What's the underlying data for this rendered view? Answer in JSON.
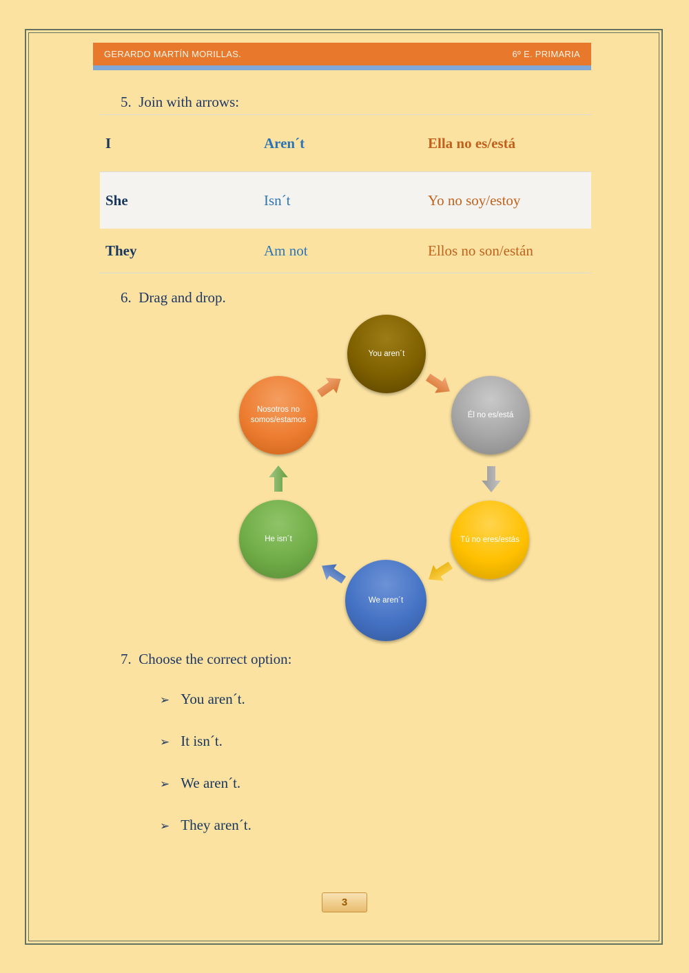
{
  "page": {
    "number": "3",
    "background": "#FBE2A1",
    "frame_color": "#62705F"
  },
  "header": {
    "left": "GERARDO MARTÍN MORILLAS.",
    "right": "6º E. PRIMARIA",
    "bar_color": "#E8782B",
    "underline_color": "#7FA8D9"
  },
  "section5": {
    "title": "5.  Join with arrows:",
    "rows": [
      {
        "left": "I",
        "middle": "Aren´t",
        "right": "Ella no es/está"
      },
      {
        "left": "She",
        "middle": "Isn´t",
        "right": "Yo no soy/estoy"
      },
      {
        "left": "They",
        "middle": "Am not",
        "right": "Ellos no son/están"
      }
    ]
  },
  "section6": {
    "title": "6.  Drag and drop.",
    "circles": [
      {
        "label": "You aren´t",
        "color": "#7F6000"
      },
      {
        "label": "Él no es/está",
        "color": "#A6A6A6"
      },
      {
        "label": "Tú no eres/estás",
        "color": "#FFC000"
      },
      {
        "label": "We aren´t",
        "color": "#4472C4"
      },
      {
        "label": "He isn´t",
        "color": "#70AD47"
      },
      {
        "label": "Nosotros no somos/estamos",
        "color": "#ED7D31"
      }
    ],
    "arrow_colors": [
      "#ED7D31",
      "#ED7D31",
      "#A6A6A6",
      "#FFC000",
      "#4472C4",
      "#70AD47"
    ]
  },
  "section7": {
    "title": "7.  Choose the correct option:",
    "bullet": "➢",
    "options": [
      "You aren´t.",
      "It isn´t.",
      "We aren´t.",
      "They aren´t."
    ]
  }
}
